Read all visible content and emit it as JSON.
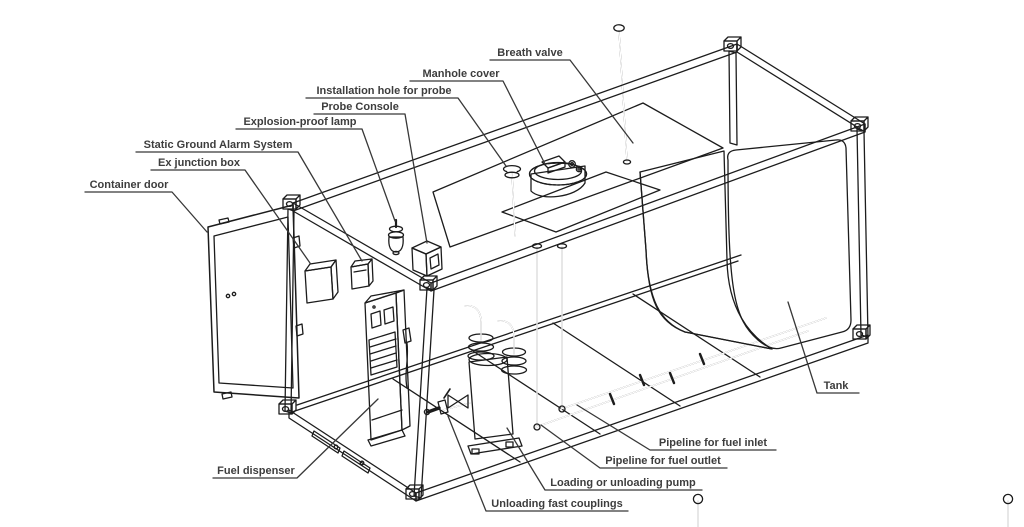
{
  "figure": {
    "type": "technical-line-diagram",
    "subject_labels_count": 14
  },
  "colors": {
    "background": "#ffffff",
    "line": "#1c1c1c",
    "label_text": "#3d3d3d",
    "leader_line": "#383838"
  },
  "labels": [
    {
      "id": "breath-valve",
      "text": "Breath valve"
    },
    {
      "id": "manhole-cover",
      "text": "Manhole cover"
    },
    {
      "id": "installation-hole-for-probe",
      "text": "Installation hole for probe"
    },
    {
      "id": "probe-console",
      "text": "Probe Console"
    },
    {
      "id": "explosion-proof-lamp",
      "text": "Explosion-proof lamp"
    },
    {
      "id": "static-ground-alarm-system",
      "text": "Static Ground Alarm System"
    },
    {
      "id": "ex-junction-box",
      "text": "Ex junction box"
    },
    {
      "id": "container-door",
      "text": "Container door"
    },
    {
      "id": "fuel-dispenser",
      "text": "Fuel dispenser"
    },
    {
      "id": "tank",
      "text": "Tank"
    },
    {
      "id": "pipeline-for-fuel-inlet",
      "text": "Pipeline for fuel inlet"
    },
    {
      "id": "pipeline-for-fuel-outlet",
      "text": "Pipeline for fuel outlet"
    },
    {
      "id": "loading-or-unloading-pump",
      "text": "Loading or unloading pump"
    },
    {
      "id": "unloading-fast-couplings",
      "text": "Unloading fast couplings"
    }
  ]
}
